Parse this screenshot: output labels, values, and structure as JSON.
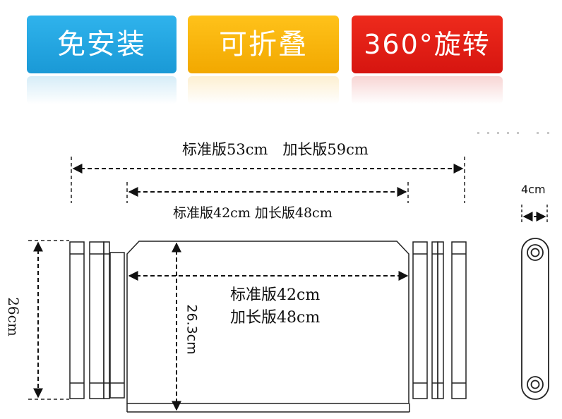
{
  "badges": [
    {
      "label": "免安装",
      "color": "#1a99d6"
    },
    {
      "label": "可折叠",
      "color": "#f2a800"
    },
    {
      "label": "360°旋转",
      "color": "#d61510"
    }
  ],
  "dimensions": {
    "outer_width": "标准版53cm　加长版59cm",
    "inner_width": "标准版42cm 加长版48cm",
    "panel_width_standard": "标准版42cm",
    "panel_width_long": "加长版48cm",
    "leg_height": "26cm",
    "panel_height": "26.3cm",
    "thickness": "4cm"
  }
}
